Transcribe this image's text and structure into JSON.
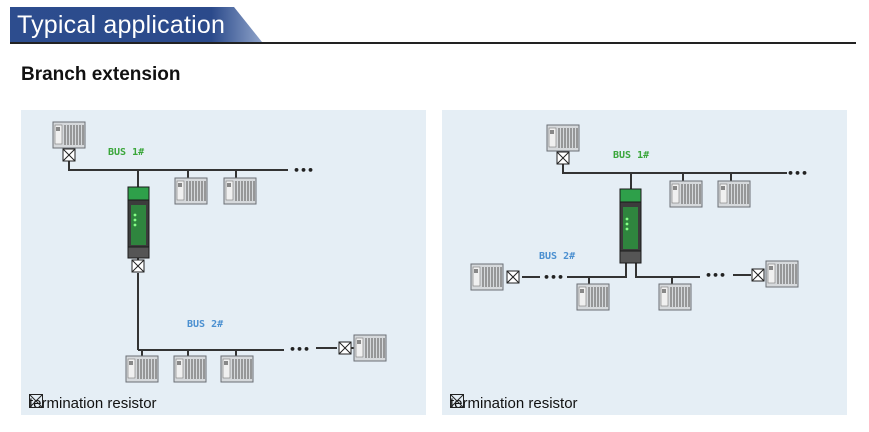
{
  "header": {
    "title": "Typical application"
  },
  "section": {
    "title": "Branch extension"
  },
  "colors": {
    "header_bg": "#2b4a8b",
    "bus1": "#3aa63a",
    "bus2": "#4a8fd0",
    "panel_bg": "#e5eef5",
    "repeater": "#2ea04a"
  },
  "diagrams": [
    {
      "bus1_label": "BUS 1#",
      "bus2_label": "BUS 2#",
      "ellipsis_1": "•••",
      "ellipsis_2": "•••",
      "legend": "termination resistor"
    },
    {
      "bus1_label": "BUS 1#",
      "bus2_label": "BUS 2#",
      "ellipsis_1": "•••",
      "ellipsis_2": "•••",
      "ellipsis_3": "•••",
      "legend": "termination resistor"
    }
  ],
  "icons": {
    "terminator": "termination-resistor-icon",
    "device": "plc-device-icon",
    "repeater": "repeater-module-icon"
  }
}
